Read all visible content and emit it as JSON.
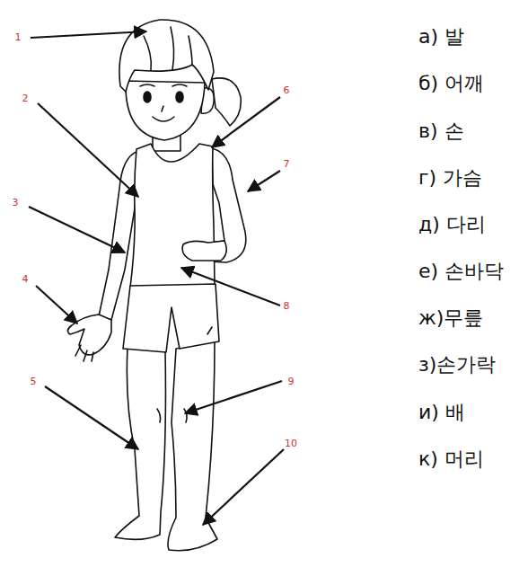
{
  "diagram": {
    "labels": [
      "1",
      "2",
      "3",
      "4",
      "5",
      "6",
      "7",
      "8",
      "9",
      "10",
      "а) 발",
      "б) 어깨",
      "в) 손",
      "г) 가슴",
      "д) 다리",
      "е) 손바닥",
      "ж)무릎",
      "з)손가락",
      "и) 배",
      "к) 머리"
    ]
  }
}
